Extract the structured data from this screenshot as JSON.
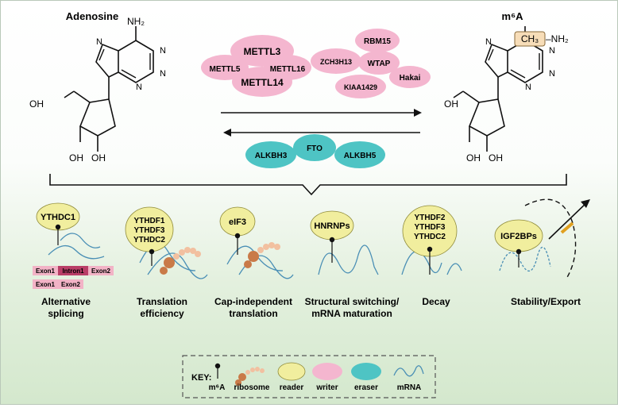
{
  "top": {
    "left_title": "Adenosine",
    "right_title": "m⁶A",
    "nh2": "NH₂",
    "ch3": "CH₃",
    "oh": "OH",
    "n": "N",
    "dash_nh2": "–NH₂"
  },
  "writers": [
    "METTL3",
    "METTL5",
    "METTL16",
    "METTL14",
    "RBM15",
    "ZCH3H13",
    "WTAP",
    "Hakai",
    "KIAA1429"
  ],
  "erasers": [
    "ALKBH3",
    "FTO",
    "ALKBH5"
  ],
  "panels": [
    {
      "reader": "YTHDC1",
      "label_line1": "Alternative",
      "label_line2": "splicing"
    },
    {
      "reader_lines": [
        "YTHDF1",
        "YTHDF3",
        "YTHDC2"
      ],
      "label_line1": "Translation",
      "label_line2": "efficiency"
    },
    {
      "reader": "eIF3",
      "label_line1": "Cap-independent",
      "label_line2": "translation"
    },
    {
      "reader": "HNRNPs",
      "label_line1": "Structural switching/",
      "label_line2": "mRNA maturation"
    },
    {
      "reader_lines": [
        "YTHDF2",
        "YTHDF3",
        "YTHDC2"
      ],
      "label_line1": "Decay",
      "label_line2": ""
    },
    {
      "reader": "IGF2BPs",
      "label_line1": "Stability/Export",
      "label_line2": ""
    }
  ],
  "exons": {
    "exon1": "Exon1",
    "intron1": "Intron1",
    "exon2": "Exon2"
  },
  "key": {
    "title": "KEY:",
    "m6a": "m⁶A",
    "ribosome": "ribosome",
    "reader": "reader",
    "writer": "writer",
    "eraser": "eraser",
    "mrna": "mRNA"
  },
  "colors": {
    "writer": "#f4b6cf",
    "eraser": "#4ec4c4",
    "reader": "#f1ee9e",
    "exon": "#f2b3c6",
    "intron": "#b93e67",
    "ribosome": "#c97a48",
    "mrna": "#4a8fb5"
  }
}
